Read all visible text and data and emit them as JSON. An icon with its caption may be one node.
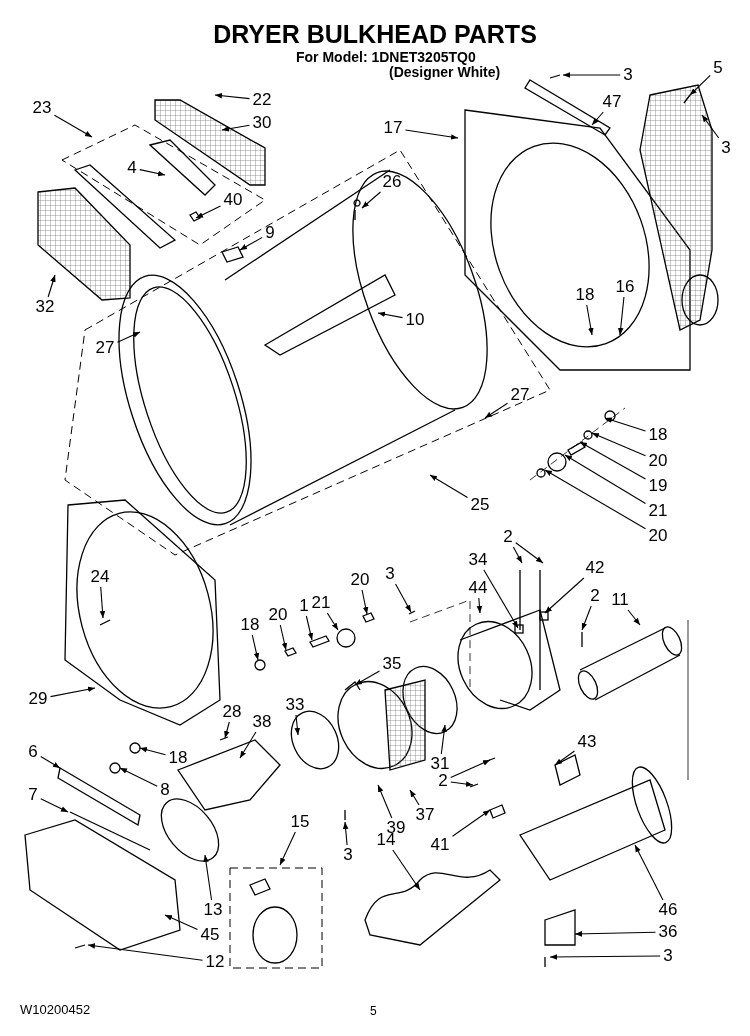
{
  "diagram": {
    "title": "DRYER BULKHEAD PARTS",
    "nodes": [
      {
        "text": [
          "3"
        ]
      },
      {
        "text": [
          "5"
        ]
      },
      {
        "text": [
          "47"
        ]
      },
      {
        "text": [
          "3"
        ]
      },
      {
        "text": [
          "22"
        ]
      },
      {
        "text": [
          "30"
        ]
      },
      {
        "text": [
          "23"
        ]
      },
      {
        "text": [
          "17"
        ]
      },
      {
        "text": [
          "4"
        ]
      },
      {
        "text": [
          "26"
        ]
      },
      {
        "text": [
          "40"
        ]
      },
      {
        "text": [
          "9"
        ]
      },
      {
        "text": [
          "32"
        ]
      },
      {
        "text": [
          "16"
        ]
      },
      {
        "text": [
          "18"
        ]
      },
      {
        "text": [
          "10"
        ]
      },
      {
        "text": [
          "27"
        ]
      },
      {
        "text": [
          "27"
        ]
      },
      {
        "text": [
          "18"
        ]
      },
      {
        "text": [
          "20"
        ]
      },
      {
        "text": [
          "19"
        ]
      },
      {
        "text": [
          "21"
        ]
      },
      {
        "text": [
          "20"
        ]
      },
      {
        "text": [
          "25"
        ]
      },
      {
        "text": [
          "2"
        ]
      },
      {
        "text": [
          "34"
        ]
      },
      {
        "text": [
          "42"
        ]
      },
      {
        "text": [
          "3"
        ]
      },
      {
        "text": [
          "44"
        ]
      },
      {
        "text": [
          "2"
        ]
      },
      {
        "text": [
          "11"
        ]
      },
      {
        "text": [
          "24"
        ]
      },
      {
        "text": [
          "18"
        ]
      },
      {
        "text": [
          "20"
        ]
      },
      {
        "text": [
          "1"
        ]
      },
      {
        "text": [
          "21"
        ]
      },
      {
        "text": [
          "20"
        ]
      },
      {
        "text": [
          "35"
        ]
      },
      {
        "text": [
          "29"
        ]
      },
      {
        "text": [
          "28"
        ]
      },
      {
        "text": [
          "33"
        ]
      },
      {
        "text": [
          "38"
        ]
      },
      {
        "text": [
          "6"
        ]
      },
      {
        "text": [
          "18"
        ]
      },
      {
        "text": [
          "8"
        ]
      },
      {
        "text": [
          "43"
        ]
      },
      {
        "text": [
          "31"
        ]
      },
      {
        "text": [
          "2"
        ]
      },
      {
        "text": [
          "7"
        ]
      },
      {
        "text": [
          "37"
        ]
      },
      {
        "text": [
          "39"
        ]
      },
      {
        "text": [
          "15"
        ]
      },
      {
        "text": [
          "3"
        ]
      },
      {
        "text": [
          "41"
        ]
      },
      {
        "text": [
          "14"
        ]
      },
      {
        "text": [
          "13"
        ]
      },
      {
        "text": [
          "46"
        ]
      },
      {
        "text": [
          "45"
        ]
      },
      {
        "text": [
          "36"
        ]
      },
      {
        "text": [
          "12"
        ]
      },
      {
        "text": [
          "3"
        ]
      }
    ],
    "edges": [
      {
        "from": 0,
        "to": null,
        "arrow": "to"
      },
      {
        "from": 1,
        "to": null,
        "arrow": "to"
      },
      {
        "from": 2,
        "to": null,
        "arrow": "to"
      },
      {
        "from": 3,
        "to": null,
        "arrow": "to"
      },
      {
        "from": 4,
        "to": null,
        "arrow": "to"
      },
      {
        "from": 5,
        "to": null,
        "arrow": "to"
      },
      {
        "from": 6,
        "to": null,
        "arrow": "to"
      },
      {
        "from": 7,
        "to": null,
        "arrow": "to"
      },
      {
        "from": 8,
        "to": null,
        "arrow": "to"
      },
      {
        "from": 9,
        "to": null,
        "arrow": "to"
      },
      {
        "from": 10,
        "to": null,
        "arrow": "to"
      },
      {
        "from": 11,
        "to": null,
        "arrow": "to"
      },
      {
        "from": 12,
        "to": null,
        "arrow": "to"
      },
      {
        "from": 13,
        "to": null,
        "arrow": "to"
      },
      {
        "from": 14,
        "to": null,
        "arrow": "to"
      },
      {
        "from": 15,
        "to": null,
        "arrow": "to"
      },
      {
        "from": 16,
        "to": null,
        "arrow": "to"
      },
      {
        "from": 17,
        "to": null,
        "arrow": "to"
      },
      {
        "from": 18,
        "to": null,
        "arrow": "to"
      },
      {
        "from": 19,
        "to": null,
        "arrow": "to"
      },
      {
        "from": 20,
        "to": null,
        "arrow": "to"
      },
      {
        "from": 21,
        "to": null,
        "arrow": "to"
      },
      {
        "from": 22,
        "to": null,
        "arrow": "to"
      },
      {
        "from": 23,
        "to": null,
        "arrow": "to"
      },
      {
        "from": 24,
        "to": null,
        "arrow": "to"
      },
      {
        "from": 24,
        "to": null,
        "arrow": "to"
      },
      {
        "from": 25,
        "to": null,
        "arrow": "to"
      },
      {
        "from": 26,
        "to": null,
        "arrow": "to"
      },
      {
        "from": 27,
        "to": null,
        "arrow": "to"
      },
      {
        "from": 28,
        "to": null,
        "arrow": "to"
      },
      {
        "from": 29,
        "to": null,
        "arrow": "to"
      },
      {
        "from": 30,
        "to": null,
        "arrow": "to"
      },
      {
        "from": 31,
        "to": null,
        "arrow": "to"
      },
      {
        "from": 32,
        "to": null,
        "arrow": "to"
      },
      {
        "from": 33,
        "to": null,
        "arrow": "to"
      },
      {
        "from": 34,
        "to": null,
        "arrow": "to"
      },
      {
        "from": 35,
        "to": null,
        "arrow": "to"
      },
      {
        "from": 36,
        "to": null,
        "arrow": "to"
      },
      {
        "from": 37,
        "to": null,
        "arrow": "to"
      },
      {
        "from": 38,
        "to": null,
        "arrow": "to"
      },
      {
        "from": 39,
        "to": null,
        "arrow": "to"
      },
      {
        "from": 40,
        "to": null,
        "arrow": "to"
      },
      {
        "from": 41,
        "to": null,
        "arrow": "to"
      },
      {
        "from": 42,
        "to": null,
        "arrow": "to"
      },
      {
        "from": 43,
        "to": null,
        "arrow": "to"
      },
      {
        "from": 44,
        "to": null,
        "arrow": "to"
      },
      {
        "from": 45,
        "to": null,
        "arrow": "to"
      },
      {
        "from": 46,
        "to": null,
        "arrow": "to"
      },
      {
        "from": 47,
        "to": null,
        "arrow": "to"
      },
      {
        "from": 47,
        "to": null,
        "arrow": "to"
      },
      {
        "from": 48,
        "to": null,
        "arrow": "to"
      },
      {
        "from": 49,
        "to": null,
        "arrow": "to"
      },
      {
        "from": 50,
        "to": null,
        "arrow": "to"
      },
      {
        "from": 51,
        "to": null,
        "arrow": "to"
      },
      {
        "from": 52,
        "to": null,
        "arrow": "to"
      },
      {
        "from": 53,
        "to": null,
        "arrow": "to"
      },
      {
        "from": 54,
        "to": null,
        "arrow": "to"
      },
      {
        "from": 55,
        "to": null,
        "arrow": "to"
      },
      {
        "from": 56,
        "to": null,
        "arrow": "to"
      },
      {
        "from": 57,
        "to": null,
        "arrow": "to"
      },
      {
        "from": 58,
        "to": null,
        "arrow": "to"
      },
      {
        "from": 59,
        "to": null,
        "arrow": "to"
      },
      {
        "from": 60,
        "to": null,
        "arrow": "to"
      }
    ],
    "labels": [
      "For Model: 1DNET3205TQ0",
      "(Designer White)",
      "W10200452",
      "5"
    ]
  }
}
